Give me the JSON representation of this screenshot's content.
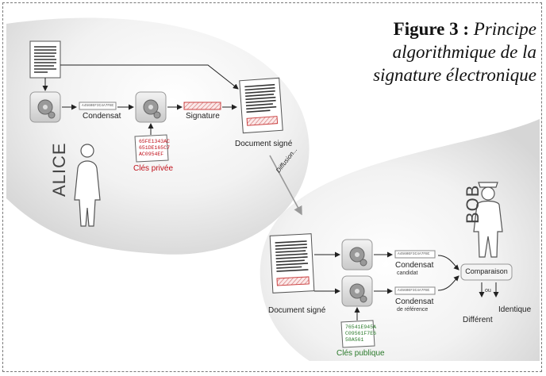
{
  "caption": {
    "label": "Figure 3 :",
    "title_line1": "Principe",
    "title_line2": "algorithmique de la",
    "title_line3": "signature électronique"
  },
  "alice": {
    "name": "ALICE",
    "condensat": "Condensat",
    "signature": "Signature",
    "document_signed": "Document signé",
    "private_key_label": "Clés privée",
    "private_key_lines": [
      "65FE1343AC",
      "651DE165C7",
      "AC0954EF"
    ],
    "hash_value": "A4560EF3C4A7FBC"
  },
  "transfer": {
    "label": "Diffusion..."
  },
  "bob": {
    "name": "BOB",
    "document_signed": "Document signé",
    "condensat_candidate": "Condensat",
    "candidate_sub": "candidat",
    "condensat_reference": "Condensat",
    "reference_sub": "de référence",
    "public_key_label": "Clés publique",
    "public_key_lines": [
      "76541E945A",
      "C09561F7E6",
      "58A561"
    ],
    "hash_candidate": "A4560EF3C4A7FBC",
    "hash_reference": "A4560EF3C4A7FBC",
    "comparison": "Comparaison",
    "or_word": "ou",
    "identical": "Identique",
    "different": "Différent"
  }
}
